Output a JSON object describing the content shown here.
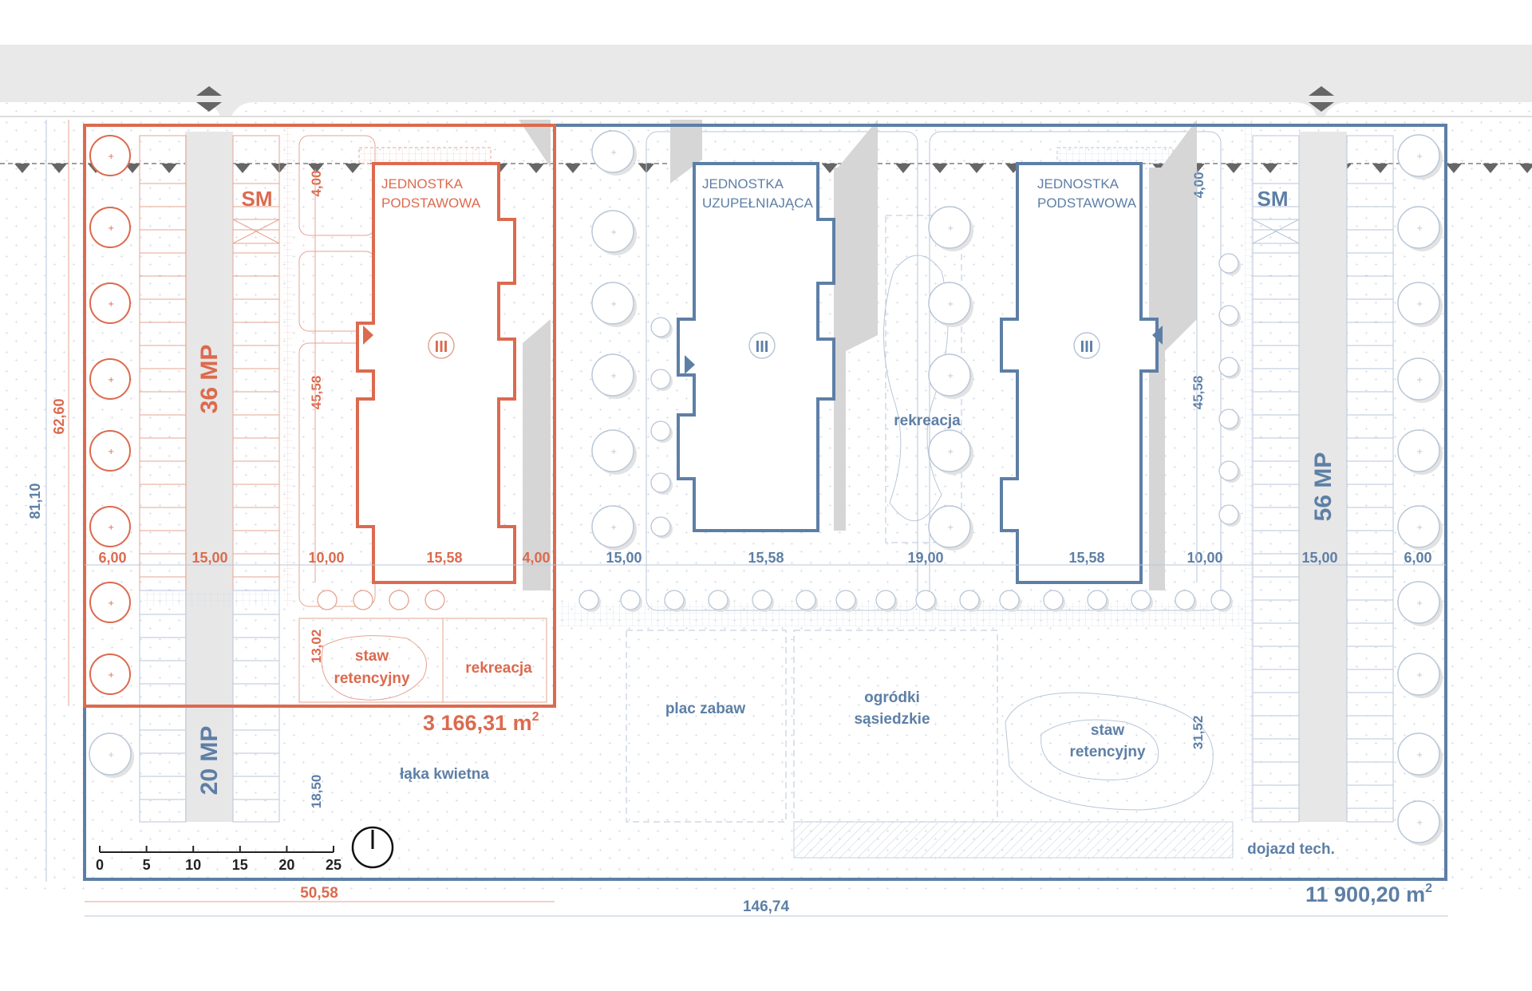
{
  "colors": {
    "red": "#dc6a4e",
    "blue": "#5d7fa6",
    "light_blue": "#b9c6d8",
    "grey_road": "#e9e9e9",
    "shadow": "#d4d4d4"
  },
  "buildings": {
    "left": {
      "name_line1": "JEDNOSTKA",
      "name_line2": "PODSTAWOWA",
      "floors": "III"
    },
    "middle": {
      "name_line1": "JEDNOSTKA",
      "name_line2": "UZUPEŁNIAJĄCA",
      "floors": "III"
    },
    "right": {
      "name_line1": "JEDNOSTKA",
      "name_line2": "PODSTAWOWA",
      "floors": "III"
    }
  },
  "parking": {
    "left_sm": "SM",
    "left_main": "36 MP",
    "left_lower": "20 MP",
    "right_sm": "SM",
    "right_main": "56 MP"
  },
  "areas": {
    "red_plot": {
      "value": "3 166,31 m",
      "exp": "2"
    },
    "total_plot": {
      "value": "11 900,20 m",
      "exp": "2"
    }
  },
  "zones": {
    "staw_red_line1": "staw",
    "staw_red_line2": "retencyjny",
    "rekreacja_red": "rekreacja",
    "rekreacja_blue": "rekreacja",
    "plac_zabaw": "plac zabaw",
    "ogrodki_line1": "ogródki",
    "ogrodki_line2": "sąsiedzkie",
    "staw_blue_line1": "staw",
    "staw_blue_line2": "retencyjny",
    "laka": "łąka kwietna",
    "dojazd": "dojazd tech."
  },
  "dims": {
    "d_6_00_left": "6,00",
    "d_15_00_left": "15,00",
    "d_10_00_left": "10,00",
    "d_15_58_1": "15,58",
    "d_4_00_h": "4,00",
    "d_15_00_mid": "15,00",
    "d_15_58_2": "15,58",
    "d_19_00": "19,00",
    "d_15_58_3": "15,58",
    "d_10_00_right": "10,00",
    "d_15_00_right": "15,00",
    "d_6_00_right": "6,00",
    "d_4_00_v_left": "4,00",
    "d_4_00_v_right": "4,00",
    "d_45_58_left": "45,58",
    "d_45_58_right": "45,58",
    "d_13_02": "13,02",
    "d_18_50": "18,50",
    "d_31_52": "31,52",
    "d_62_60": "62,60",
    "d_81_10": "81,10",
    "d_50_58": "50,58",
    "d_146_74": "146,74"
  },
  "scale": {
    "ticks": [
      "0",
      "5",
      "10",
      "15",
      "20",
      "25"
    ]
  },
  "icons": {
    "north": "north-arrow-icon",
    "entrance": "road-entrance-icon"
  }
}
